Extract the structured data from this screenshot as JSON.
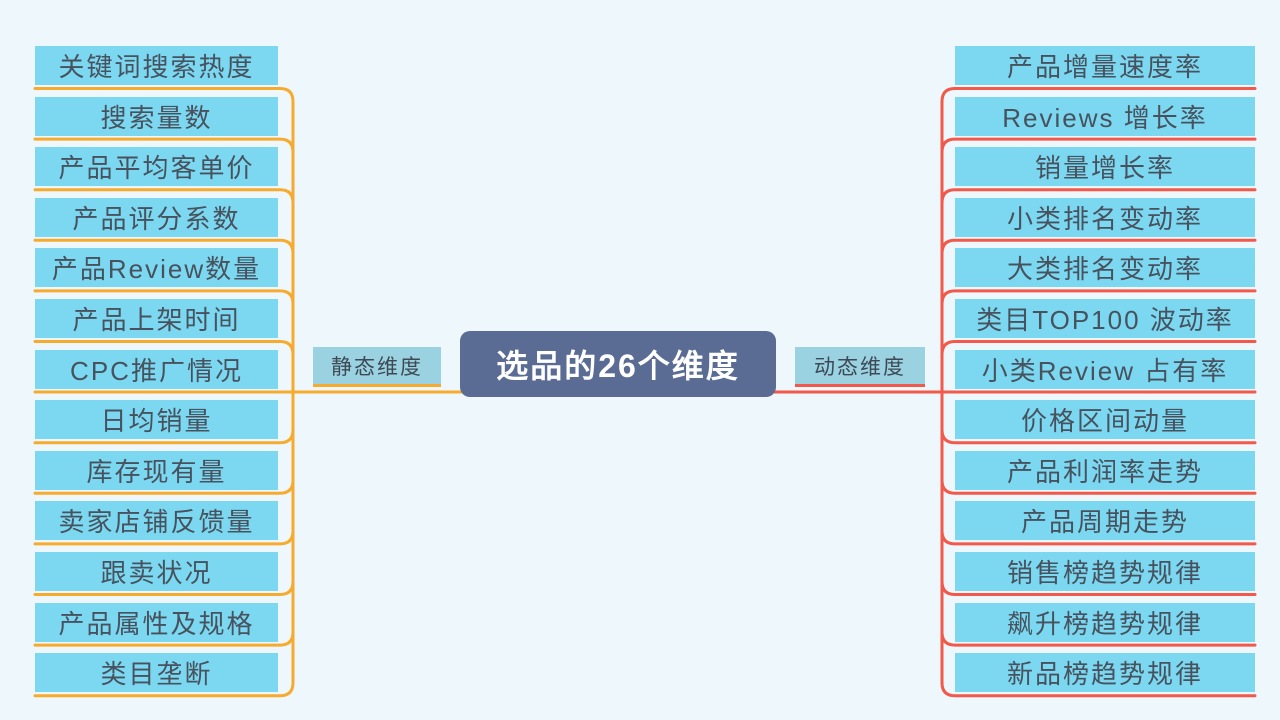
{
  "center": {
    "title": "选品的26个维度",
    "fill": "#5a6b94",
    "text_color": "#ffffff"
  },
  "branches": [
    {
      "label": "静态维度",
      "side": "left",
      "line_color": "#f7ab2e",
      "node_fill": "#7bd8f0",
      "label_fill": "#9bd2e1",
      "items": [
        "关键词搜索热度",
        "搜索量数",
        "产品平均客单价",
        "产品评分系数",
        "产品Review数量",
        "产品上架时间",
        "CPC推广情况",
        "日均销量",
        "库存现有量",
        "卖家店铺反馈量",
        "跟卖状况",
        "产品属性及规格",
        "类目垄断"
      ]
    },
    {
      "label": "动态维度",
      "side": "right",
      "line_color": "#f2594b",
      "node_fill": "#7bd8f0",
      "label_fill": "#9bd2e1",
      "items": [
        "产品增量速度率",
        "Reviews 增长率",
        "销量增长率",
        "小类排名变动率",
        "大类排名变动率",
        "类目TOP100 波动率",
        "小类Review 占有率",
        "价格区间动量",
        "产品利润率走势",
        "产品周期走势",
        "销售榜趋势规律",
        "飙升榜趋势规律",
        "新品榜趋势规律"
      ]
    }
  ],
  "colors": {
    "background": "#eef7fb",
    "item_text": "#47525e"
  }
}
